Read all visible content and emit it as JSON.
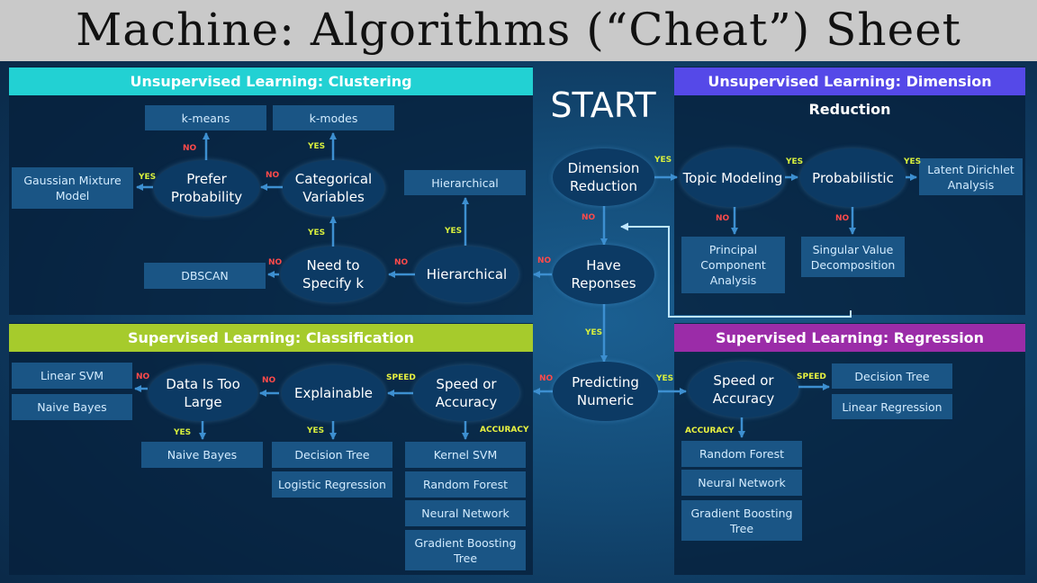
{
  "title": "Machine: Algorithms (“Cheat”) Sheet",
  "start": "START",
  "headers": {
    "clustering": "Unsupervised Learning: Clustering",
    "dimension": "Unsupervised Learning: Dimension Reduction",
    "classification": "Supervised Learning: Classification",
    "regression": "Supervised Learning: Regression"
  },
  "nodes": {
    "dimension_reduction": "Dimension Reduction",
    "have_responses": "Have Reponses",
    "predicting_numeric": "Predicting Numeric",
    "topic_modeling": "Topic Modeling",
    "probabilistic": "Probabilistic",
    "prefer_probability": "Prefer Probability",
    "categorical_variables": "Categorical Variables",
    "need_to_specify_k": "Need to Specify k",
    "hierarchical_decision": "Hierarchical",
    "data_too_large": "Data Is Too Large",
    "explainable": "Explainable",
    "speed_accuracy_cls": "Speed or Accuracy",
    "speed_accuracy_reg": "Speed or Accuracy"
  },
  "algorithms": {
    "kmeans": "k-means",
    "kmodes": "k-modes",
    "gaussian_mixture": "Gaussian Mixture Model",
    "hierarchical": "Hierarchical",
    "dbscan": "DBSCAN",
    "lda": "Latent Dirichlet Analysis",
    "pca": "Principal Component Analysis",
    "svd": "Singular Value Decomposition",
    "linear_svm": "Linear SVM",
    "naive_bayes_a": "Naive Bayes",
    "naive_bayes_b": "Naive Bayes",
    "decision_tree_cls": "Decision Tree",
    "logistic_regression": "Logistic Regression",
    "kernel_svm": "Kernel SVM",
    "random_forest_cls": "Random Forest",
    "neural_network_cls": "Neural Network",
    "gbt_cls": "Gradient Boosting Tree",
    "decision_tree_reg": "Decision Tree",
    "linear_regression": "Linear Regression",
    "random_forest_reg": "Random Forest",
    "neural_network_reg": "Neural Network",
    "gbt_reg": "Gradient Boosting Tree"
  },
  "edge_labels": {
    "yes": "YES",
    "no": "NO",
    "speed": "SPEED",
    "accuracy": "ACCURACY"
  },
  "colors": {
    "clustering": "#22d1d3",
    "dimension": "#5549e8",
    "classification": "#a6cb2c",
    "regression": "#9b2ca8",
    "no": "#ff4a4a",
    "yes": "#d8ef3d",
    "arrow": "#3d8fd0",
    "feedback_line": "#bfe6ff"
  }
}
